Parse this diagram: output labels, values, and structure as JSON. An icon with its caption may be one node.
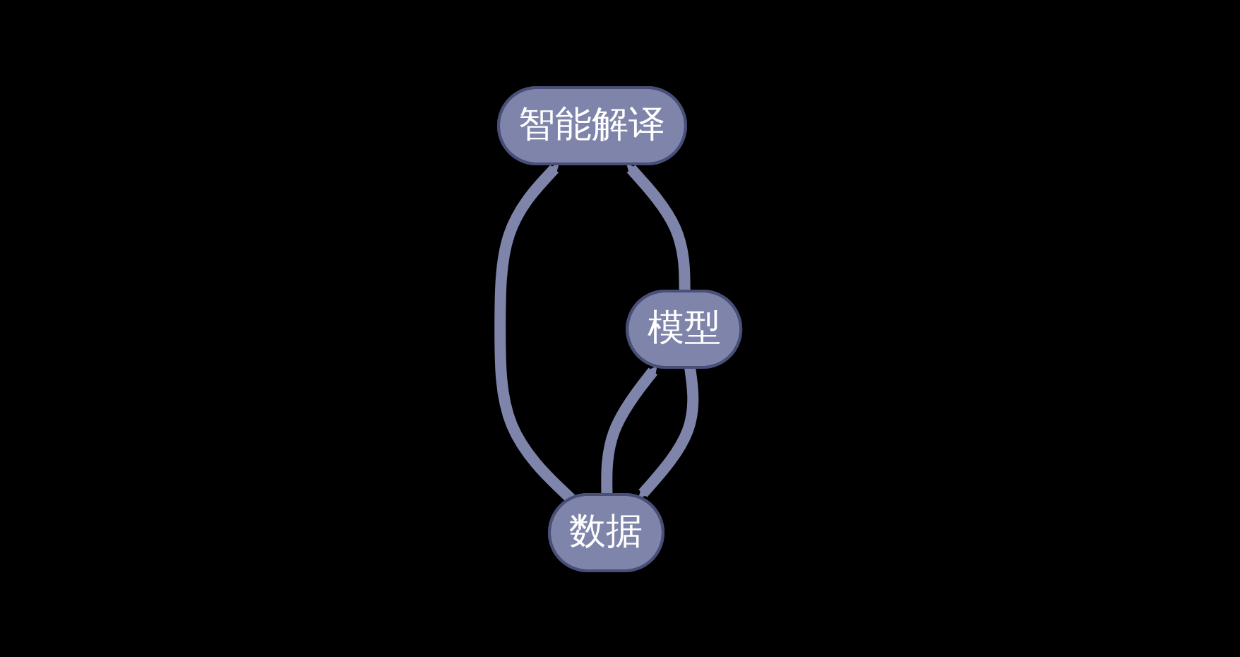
{
  "diagram": {
    "nodes": [
      {
        "text": [
          "智能解译"
        ]
      },
      {
        "text": [
          "数据"
        ]
      },
      {
        "text": [
          "模型"
        ]
      }
    ],
    "edges": [
      {
        "from": 1,
        "to": 0,
        "arrow": "to"
      },
      {
        "from": 2,
        "to": 0,
        "arrow": "to"
      },
      {
        "from": 1,
        "to": 2,
        "arrow": "to"
      },
      {
        "from": 2,
        "to": 1,
        "arrow": "to"
      }
    ]
  }
}
